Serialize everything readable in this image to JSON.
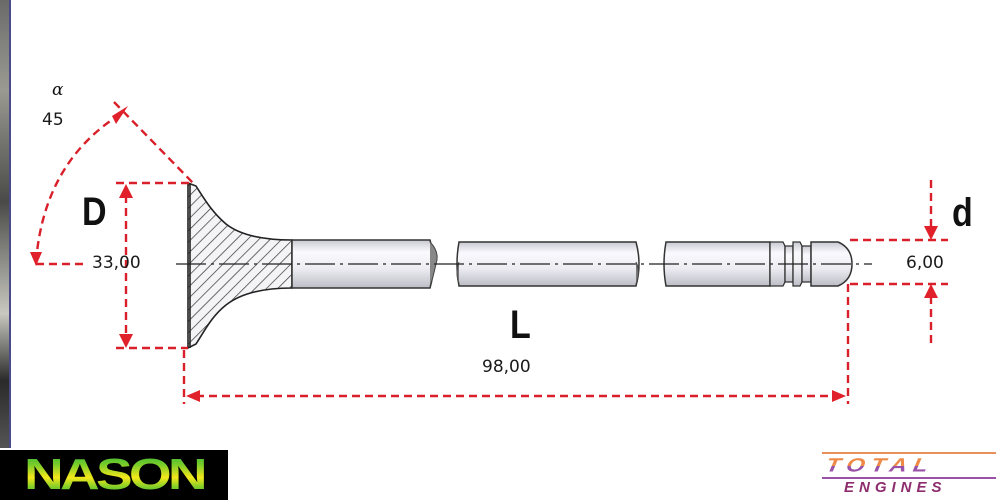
{
  "diagram": {
    "subject": "Engine valve technical drawing",
    "accent_color": "#d9202a",
    "dimensions": {
      "seat_angle": {
        "symbol": "α",
        "value": "45"
      },
      "head_diameter": {
        "symbol": "D",
        "value": "33,00"
      },
      "overall_length": {
        "symbol": "L",
        "value": "98,00"
      },
      "stem_diameter": {
        "symbol": "d",
        "value": "6,00"
      }
    }
  },
  "logos": {
    "left": {
      "text": "NASON",
      "colors": [
        "#1fae3a",
        "#f4e81a",
        "#000000"
      ]
    },
    "right": {
      "title": "TOTAL",
      "subtitle": "ENGINES",
      "colors": [
        "#ee8a48",
        "#9a52a8",
        "#8e2d6e"
      ]
    }
  }
}
